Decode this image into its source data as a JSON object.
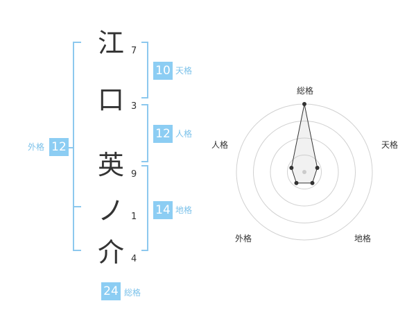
{
  "name": {
    "characters": [
      {
        "char": "江",
        "strokes": "7"
      },
      {
        "char": "口",
        "strokes": "3"
      },
      {
        "char": "英",
        "strokes": "9"
      },
      {
        "char": "ノ",
        "strokes": "1"
      },
      {
        "char": "介",
        "strokes": "4"
      }
    ]
  },
  "fortunes": {
    "tenkaku": {
      "value": "10",
      "label": "天格"
    },
    "jinkaku": {
      "value": "12",
      "label": "人格"
    },
    "chikaku": {
      "value": "14",
      "label": "地格"
    },
    "gaikaku": {
      "value": "12",
      "label": "外格"
    },
    "soukaku": {
      "value": "24",
      "label": "総格"
    }
  },
  "radar": {
    "axes": [
      "総格",
      "天格",
      "地格",
      "外格",
      "人格"
    ],
    "values": [
      5,
      1,
      1,
      1,
      1
    ],
    "max": 5
  },
  "colors": {
    "accent": "#8ccdf3",
    "bracket": "#8cc8ee",
    "label": "#7cc2ea"
  }
}
